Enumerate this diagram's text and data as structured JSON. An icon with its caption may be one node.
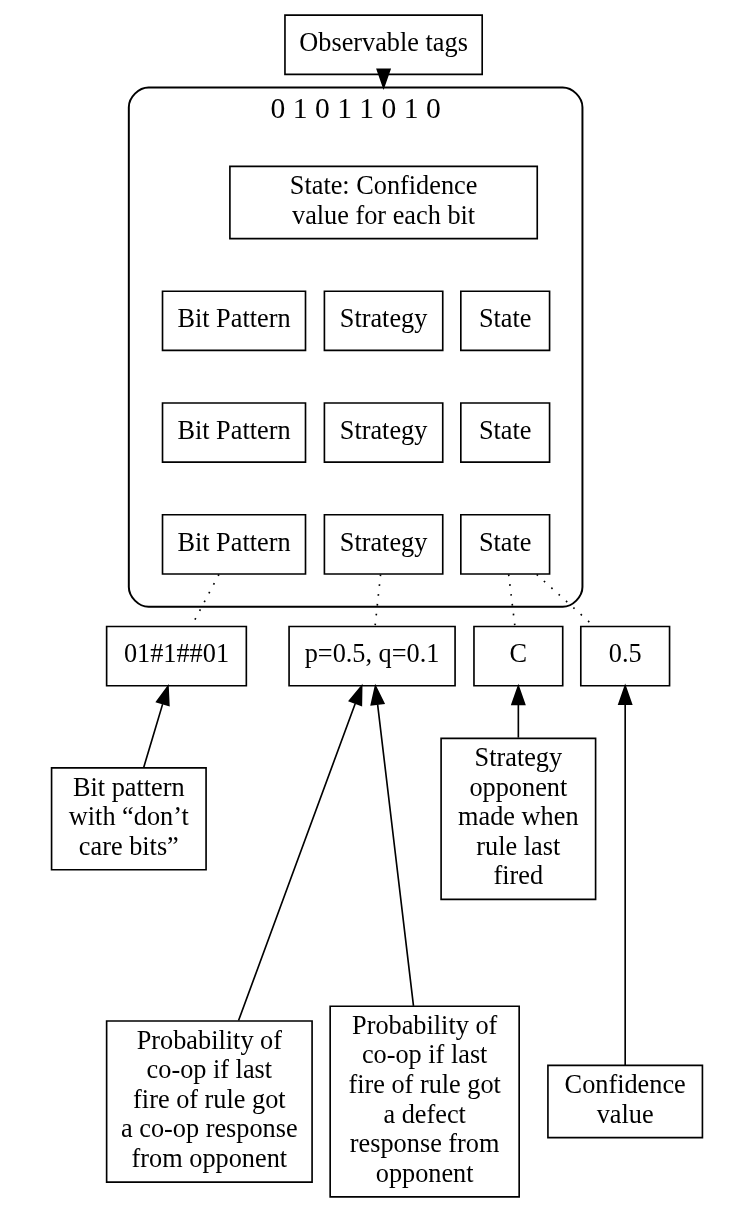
{
  "diagram": {
    "nodes": [
      {
        "text": [
          "Observable tags"
        ]
      },
      {
        "text": [
          "0 1 0 1 1 0 1 0"
        ]
      },
      {
        "text": [
          "State: Confidence value for each bit"
        ],
        "in": 1
      },
      {
        "text": [
          "Bit Pattern"
        ],
        "in": 1
      },
      {
        "text": [
          "Strategy"
        ],
        "in": 1
      },
      {
        "text": [
          "State"
        ],
        "in": 1
      },
      {
        "text": [
          "Bit Pattern"
        ],
        "in": 1
      },
      {
        "text": [
          "Strategy"
        ],
        "in": 1
      },
      {
        "text": [
          "State"
        ],
        "in": 1
      },
      {
        "text": [
          "Bit Pattern"
        ],
        "in": 1
      },
      {
        "text": [
          "Strategy"
        ],
        "in": 1
      },
      {
        "text": [
          "State"
        ],
        "in": 1
      },
      {
        "text": [
          "01#1##01"
        ]
      },
      {
        "text": [
          "p=0.5, q=0.1"
        ]
      },
      {
        "text": [
          "C"
        ]
      },
      {
        "text": [
          "0.5"
        ]
      },
      {
        "text": [
          "Bit pattern with “don’t care bits”"
        ]
      },
      {
        "text": [
          "Strategy opponent made when rule last fired"
        ]
      },
      {
        "text": [
          "Probability of co-op if last fire of rule got a co-op response from opponent"
        ]
      },
      {
        "text": [
          "Probability of co-op if last fire of rule got a defect response from opponent"
        ]
      },
      {
        "text": [
          "Confidence value"
        ]
      }
    ],
    "edges": [
      {
        "from": 0,
        "to": 1,
        "arrow": "to"
      },
      {
        "from": 9,
        "to": 12,
        "arrow": "none",
        "style": "dashed"
      },
      {
        "from": 10,
        "to": 13,
        "arrow": "none",
        "style": "dashed"
      },
      {
        "from": 11,
        "to": 14,
        "arrow": "none",
        "style": "dashed"
      },
      {
        "from": 11,
        "to": 15,
        "arrow": "none",
        "style": "dashed"
      },
      {
        "from": 16,
        "to": 12,
        "arrow": "to"
      },
      {
        "from": 18,
        "to": 13,
        "arrow": "to"
      },
      {
        "from": 19,
        "to": 13,
        "arrow": "to"
      },
      {
        "from": 17,
        "to": 14,
        "arrow": "to"
      },
      {
        "from": 20,
        "to": 15,
        "arrow": "to"
      }
    ]
  }
}
